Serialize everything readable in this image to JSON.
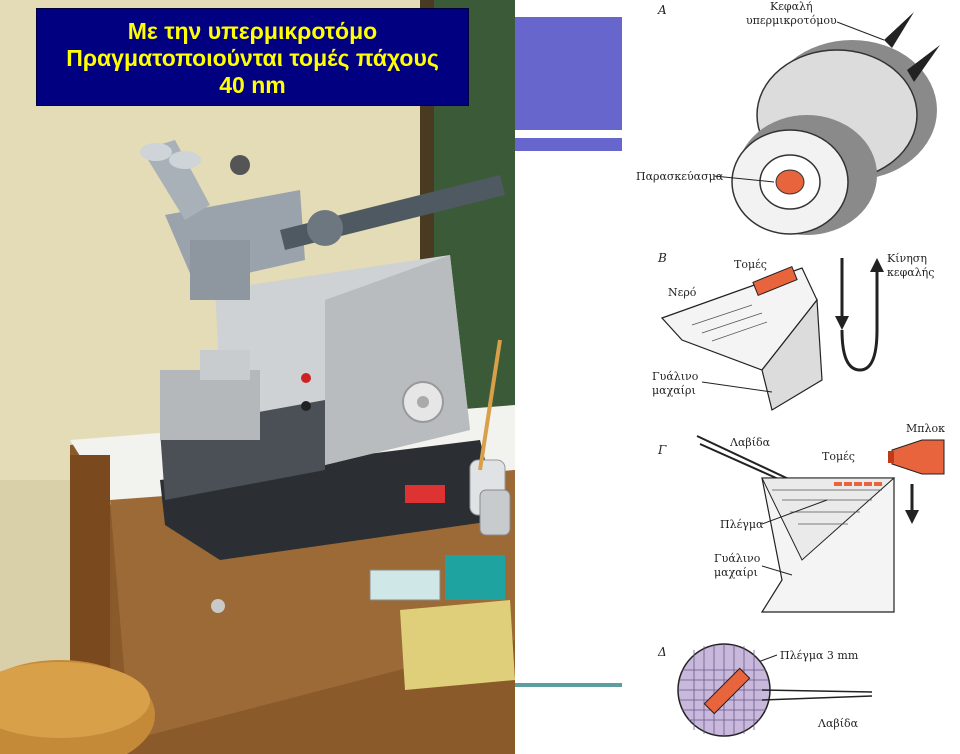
{
  "caption": {
    "line1": "Με την υπερμικροτόμο",
    "line2": "Πραγματοποιούνται τομές πάχους",
    "line3": "40 nm"
  },
  "colors": {
    "caption_bg": "#000080",
    "caption_text": "#ffff00",
    "accent_block": "#6666cc",
    "accent_line": "#5f9ea0",
    "sample_orange": "#e8643c"
  },
  "diagram": {
    "panel_a": {
      "letter": "Α",
      "head_label_1": "Κεφαλή",
      "head_label_2": "υπερμικροτόμου",
      "specimen_label": "Παρασκεύασμα"
    },
    "panel_b": {
      "letter": "Β",
      "sections_label": "Τομές",
      "motion_label_1": "Κίνηση",
      "motion_label_2": "κεφαλής",
      "water_label": "Νερό",
      "knife_label_1": "Γυάλινο",
      "knife_label_2": "μαχαίρι"
    },
    "panel_g": {
      "letter": "Γ",
      "tweezers_label": "Λαβίδα",
      "sections_label": "Τομές",
      "block_label": "Μπλοκ",
      "grid_label": "Πλέγμα",
      "knife_label_1": "Γυάλινο",
      "knife_label_2": "μαχαίρι"
    },
    "panel_d": {
      "letter": "Δ",
      "grid_label": "Πλέγμα 3 mm",
      "tweezers_label": "Λαβίδα"
    }
  }
}
